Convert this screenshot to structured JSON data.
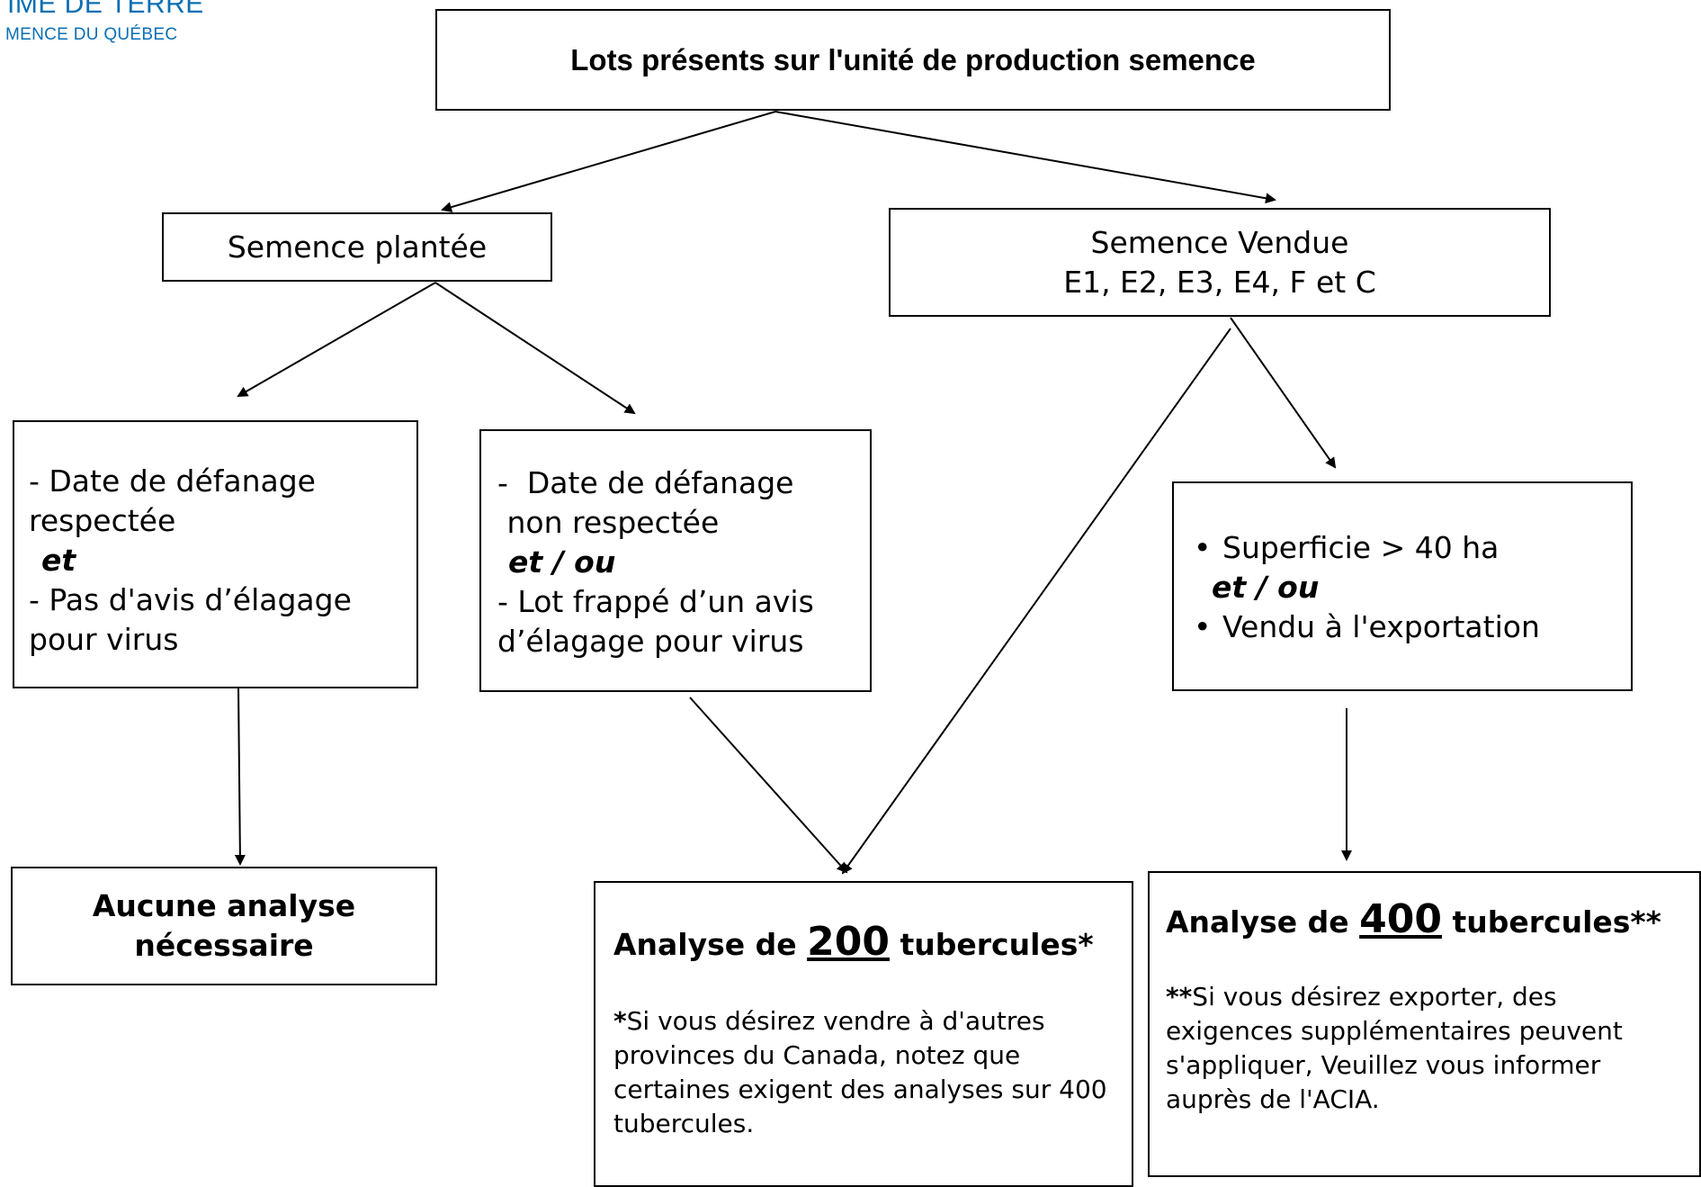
{
  "logo": {
    "line1": "IME DE TERRE",
    "line2": "MENCE DU QUÉBEC"
  },
  "root": {
    "label": "Lots présents sur l'unité de production semence"
  },
  "planted": {
    "label": "Semence plantée"
  },
  "sold": {
    "line1": "Semence Vendue",
    "line2": "E1, E2, E3, E4, F et C"
  },
  "condition_a": {
    "line1": "- Date de défanage",
    "line2": "respectée",
    "connector": "et",
    "line3": "- Pas d'avis d’élagage",
    "line4": "pour virus"
  },
  "condition_b": {
    "line1": "-  Date de défanage",
    "line2": " non respectée",
    "connector": "et / ou",
    "line3": "- Lot frappé d’un avis",
    "line4": "d’élagage pour virus"
  },
  "condition_c": {
    "item1": "Superficie > 40 ha",
    "connector": "et / ou",
    "item2": "Vendu à l'exportation"
  },
  "result_none": {
    "line1": "Aucune analyse",
    "line2": "nécessaire"
  },
  "result_200": {
    "prefix": "Analyse de ",
    "count": "200",
    "suffix": " tubercules*",
    "note_mark": "*",
    "note": "Si vous désirez vendre à d'autres provinces du Canada, notez que certaines exigent des analyses sur 400 tubercules."
  },
  "result_400": {
    "prefix": "Analyse de ",
    "count": "400",
    "suffix": " tubercules**",
    "note_mark": "**",
    "note": "Si vous désirez exporter, des exigences supplémentaires peuvent s'appliquer, Veuillez vous informer auprès de l'ACIA."
  }
}
